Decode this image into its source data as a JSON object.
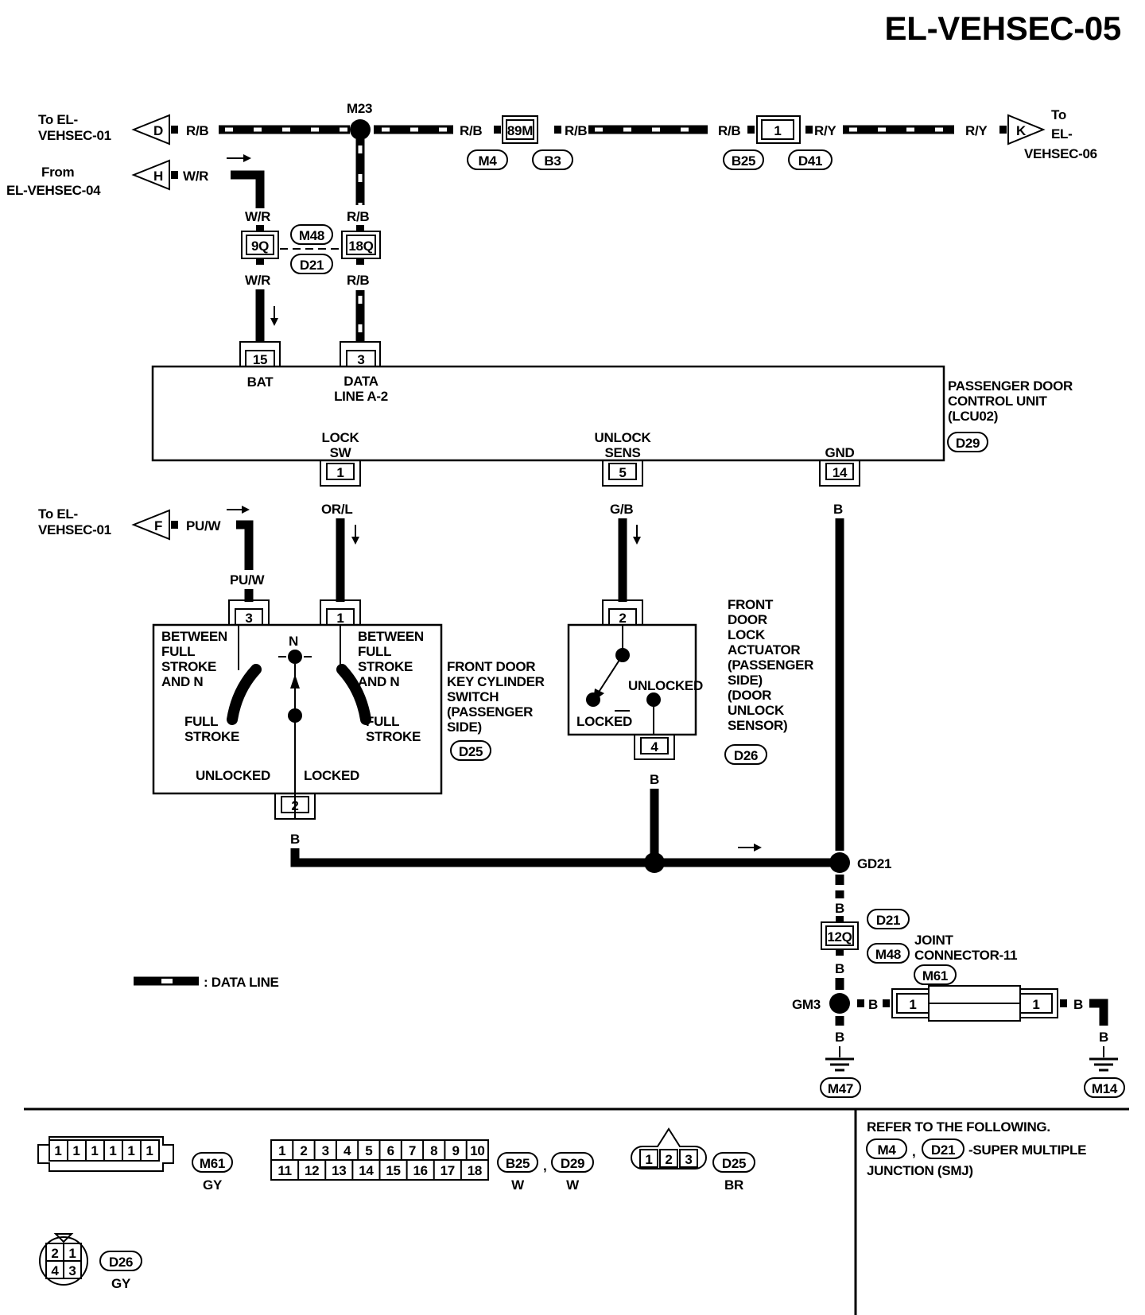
{
  "title": "EL-VEHSEC-05",
  "ext": {
    "to_vehsec01_d": [
      "To EL-",
      "VEHSEC-01"
    ],
    "from_vehsec04": [
      "From",
      "EL-VEHSEC-04"
    ],
    "to_vehsec06": [
      "To",
      "EL-",
      "VEHSEC-06"
    ],
    "to_vehsec01_f": [
      "To EL-",
      "VEHSEC-01"
    ],
    "letters": {
      "d": "D",
      "h": "H",
      "k": "K",
      "f": "F"
    }
  },
  "wires": {
    "rb": "R/B",
    "ry": "R/Y",
    "wr": "W/R",
    "orl": "OR/L",
    "gb": "G/B",
    "b": "B",
    "puw": "PU/W"
  },
  "junctions": {
    "m23": "M23",
    "gd21": "GD21",
    "gm3": "GM3"
  },
  "connectors": {
    "c89m": "89M",
    "c1": "1",
    "c9q": "9Q",
    "c18q": "18Q",
    "c12q": "12Q",
    "m4": "M4",
    "b3": "B3",
    "b25": "B25",
    "d41": "D41",
    "m48": "M48",
    "d21": "D21",
    "d29": "D29",
    "d25": "D25",
    "d26": "D26",
    "m61": "M61",
    "m47": "M47",
    "m14": "M14"
  },
  "pcu": {
    "label": [
      "PASSENGER DOOR",
      "CONTROL UNIT",
      "(LCU02)"
    ],
    "bat_pin": "15",
    "bat": "BAT",
    "data_pin": "3",
    "data": [
      "DATA",
      "LINE A-2"
    ],
    "lock_pin": "1",
    "lock": [
      "LOCK",
      "SW"
    ],
    "unlock_pin": "5",
    "unlock": [
      "UNLOCK",
      "SENS"
    ],
    "gnd_pin": "14",
    "gnd": "GND"
  },
  "keysw": {
    "label": [
      "FRONT DOOR",
      "KEY CYLINDER",
      "SWITCH",
      "(PASSENGER",
      " SIDE)"
    ],
    "pin3": "3",
    "pin1": "1",
    "pin2": "2",
    "left_text": [
      "BETWEEN",
      "FULL",
      "STROKE",
      "AND N"
    ],
    "right_text": [
      "BETWEEN",
      "FULL",
      "STROKE",
      "AND N"
    ],
    "n": "N",
    "full_left": [
      "FULL",
      "STROKE"
    ],
    "full_right": [
      "FULL",
      "STROKE"
    ],
    "unlocked": "UNLOCKED",
    "locked": "LOCKED"
  },
  "actuator": {
    "label": [
      "FRONT",
      "DOOR",
      "LOCK",
      "ACTUATOR",
      "(PASSENGER",
      " SIDE)",
      "(DOOR",
      " UNLOCK",
      " SENSOR)"
    ],
    "pin2": "2",
    "pin4": "4",
    "unlocked": "UNLOCKED",
    "locked": "LOCKED"
  },
  "joint": {
    "label": [
      "JOINT",
      "CONNECTOR-11"
    ],
    "pin_left": "1",
    "pin_right": "1"
  },
  "legend": {
    "data_line": ": DATA LINE"
  },
  "faces": {
    "m61_pins": [
      "1",
      "1",
      "1",
      "1",
      "1",
      "1"
    ],
    "m61_color": "GY",
    "b25_row1": [
      "1",
      "2",
      "3",
      "4",
      "5",
      "6",
      "7",
      "8",
      "9",
      "10"
    ],
    "b25_row2": [
      "11",
      "12",
      "13",
      "14",
      "15",
      "16",
      "17",
      "18"
    ],
    "b25_color": "W",
    "d29_color": "W",
    "comma": ",",
    "d25_pins": [
      "1",
      "2",
      "3"
    ],
    "d25_color": "BR",
    "d26_pins": [
      "2",
      "1",
      "4",
      "3"
    ],
    "d26_color": "GY"
  },
  "refer": {
    "line1": "REFER TO THE FOLLOWING.",
    "line2": "-SUPER MULTIPLE",
    "line3": "JUNCTION (SMJ)",
    "comma": ","
  }
}
